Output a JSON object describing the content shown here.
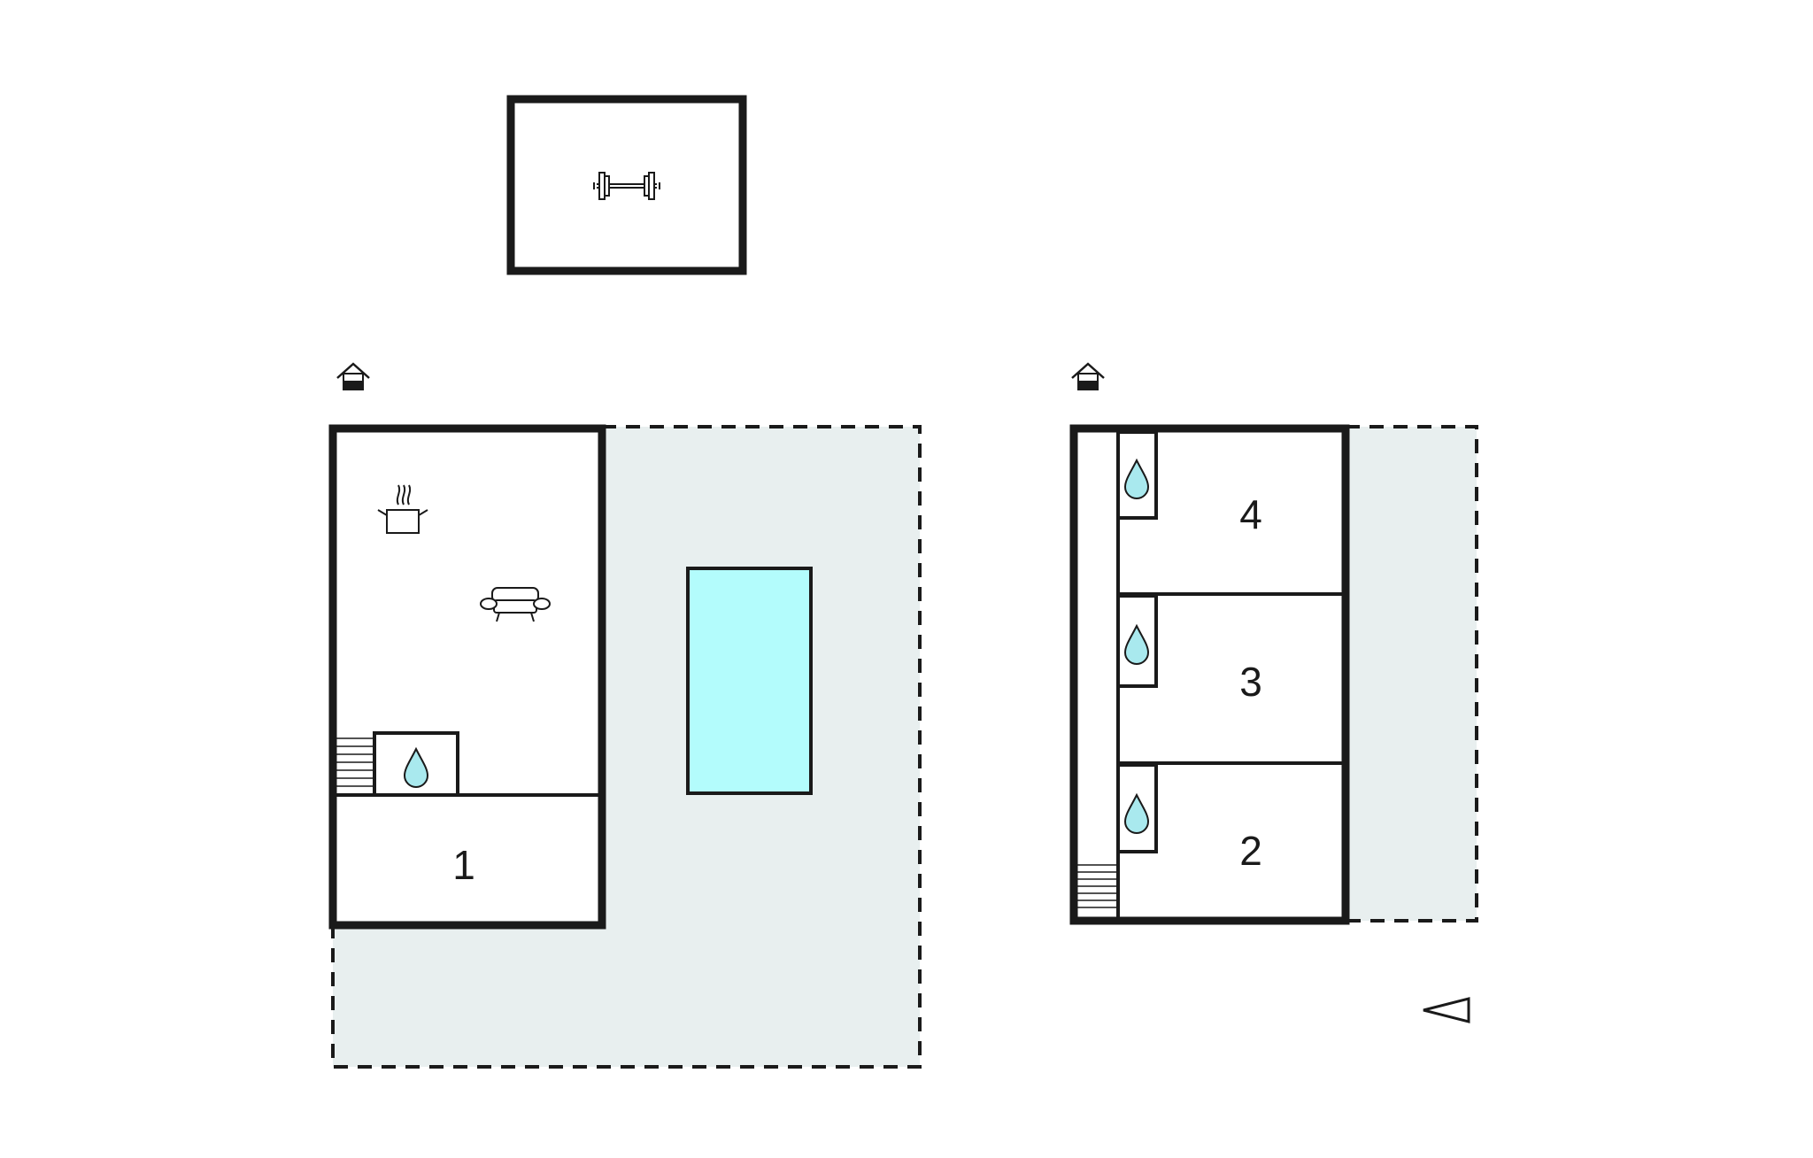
{
  "floor_plan": {
    "rooms": [
      {
        "id": "bedroom-1",
        "label": "1"
      },
      {
        "id": "bedroom-2",
        "label": "2"
      },
      {
        "id": "bedroom-3",
        "label": "3"
      },
      {
        "id": "bedroom-4",
        "label": "4"
      }
    ],
    "icons": {
      "gym": "dumbbell-icon",
      "kitchen": "cooking-pot-icon",
      "living": "sofa-icon",
      "bathroom": "water-drop-icon",
      "entrance": "house-entrance-icon",
      "compass": "north-arrow-icon"
    },
    "colors": {
      "walls": "#1a1a1a",
      "terrace": "#e8efef",
      "pool": "#b3fcfc",
      "water": "#a9e9ee"
    }
  }
}
